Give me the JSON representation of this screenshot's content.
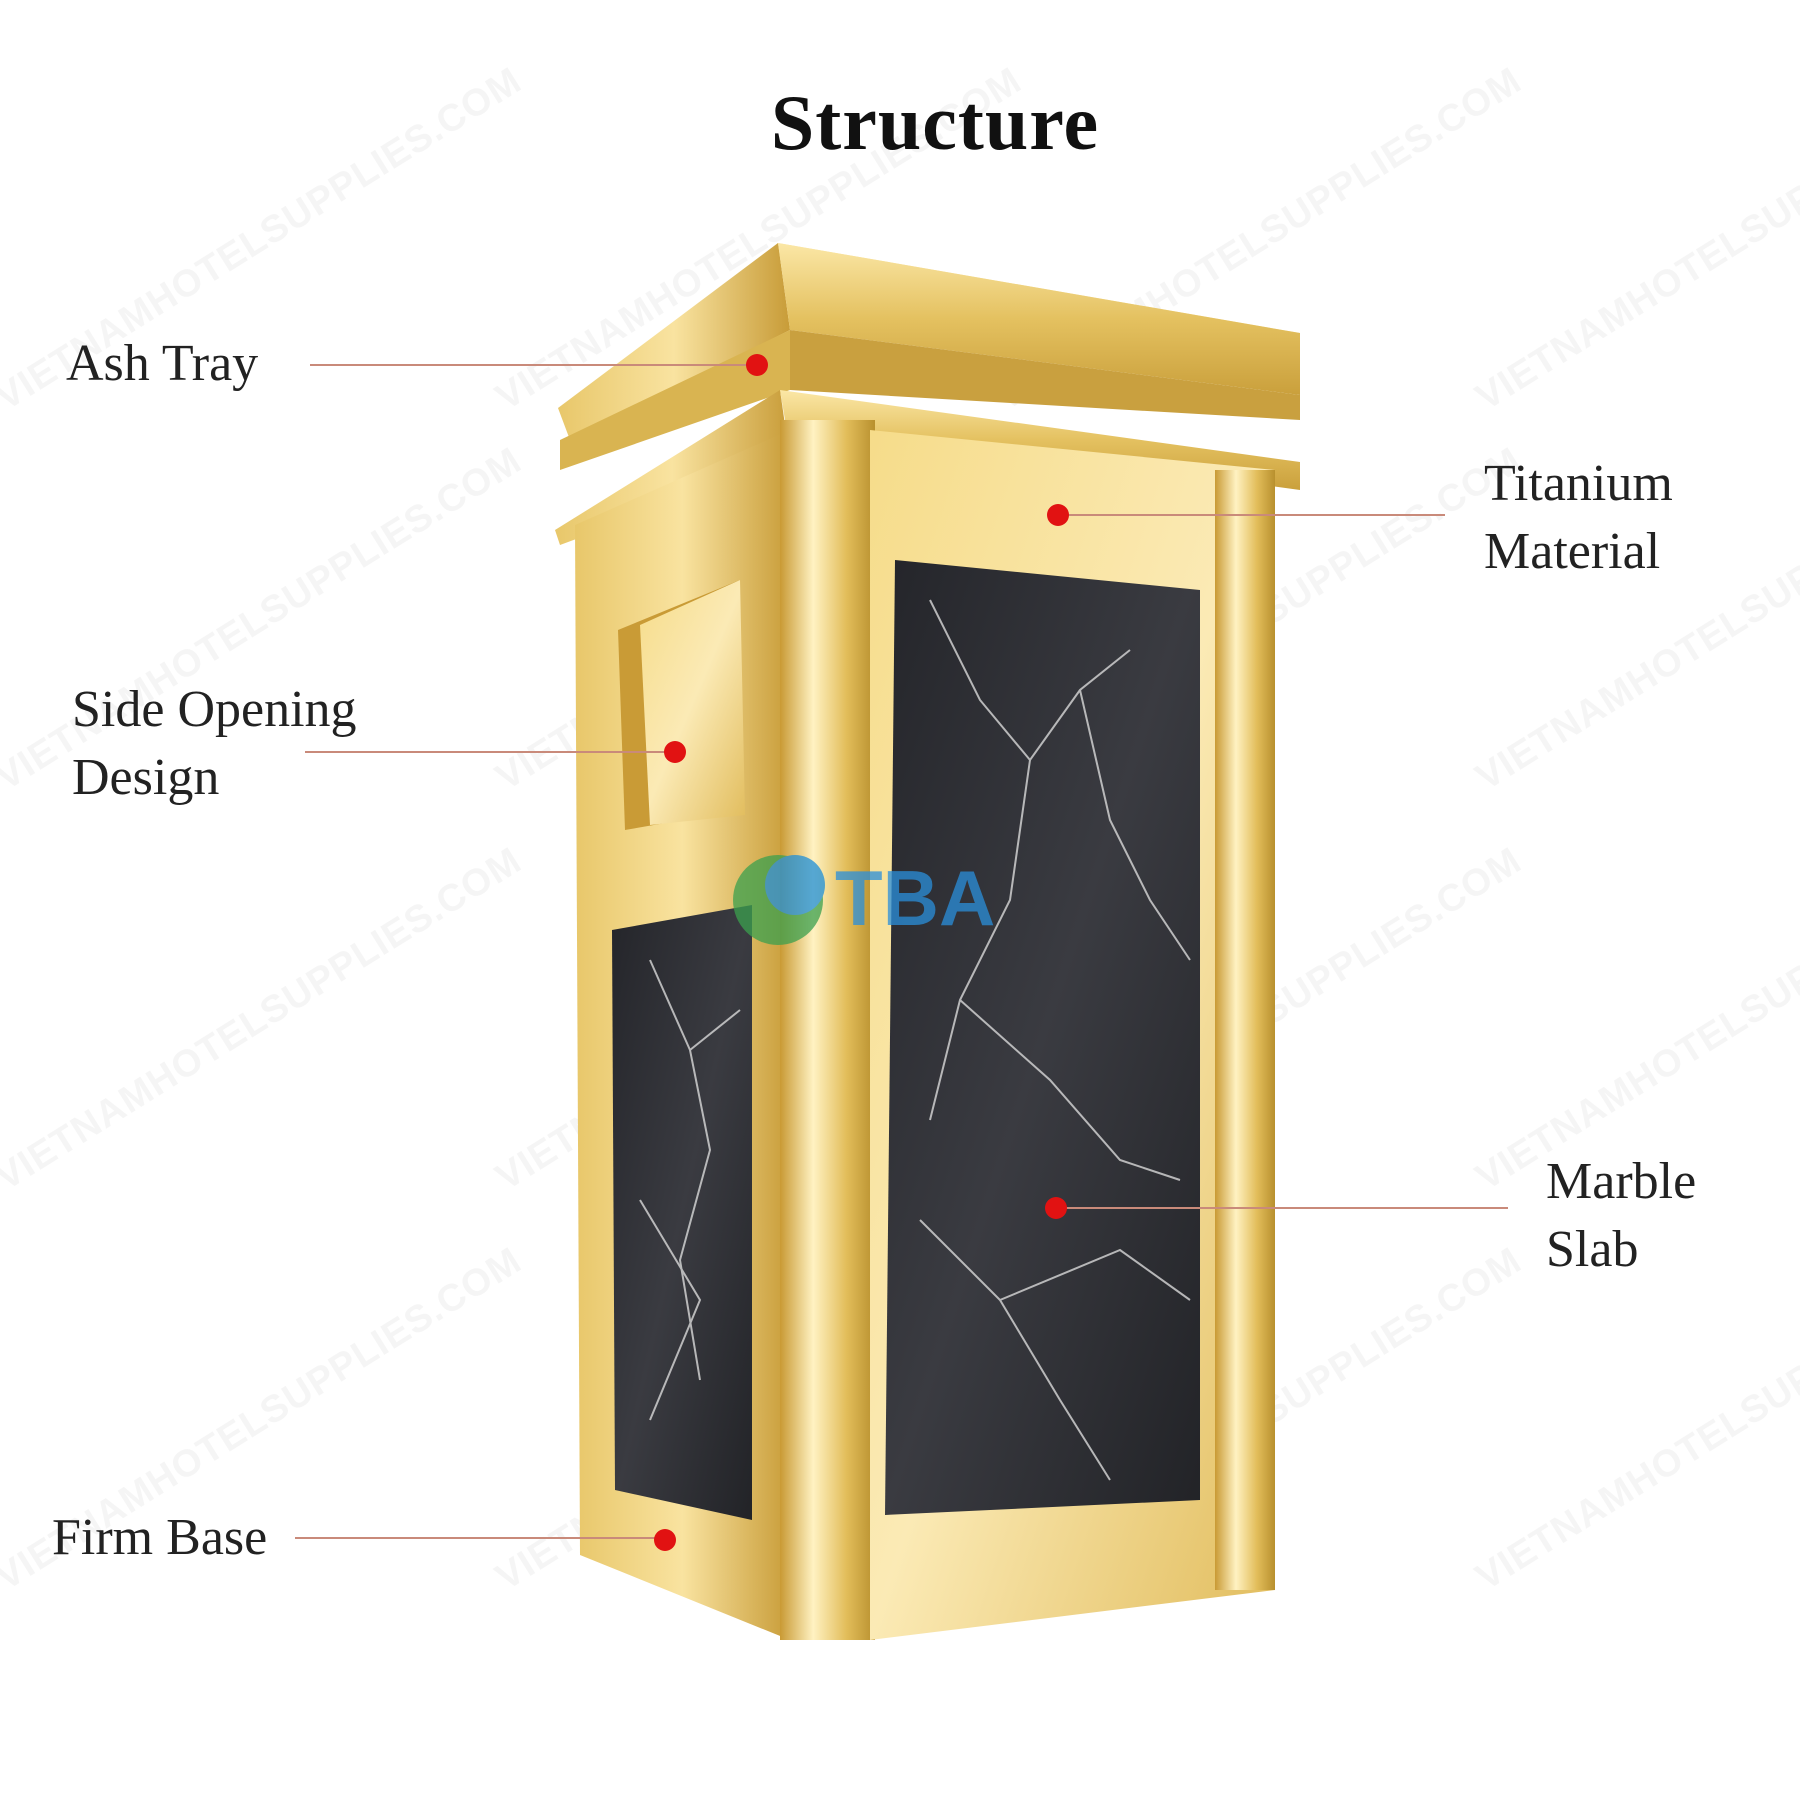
{
  "title": "Structure",
  "watermark": "VIETNAMHOTELSUPPLIES.COM",
  "logo": "TBA",
  "labels": {
    "ash_tray": "Ash Tray",
    "titanium": [
      "Titanium",
      "Material"
    ],
    "side_opening": [
      "Side Opening",
      "Design"
    ],
    "marble_slab": [
      "Marble",
      "Slab"
    ],
    "firm_base": "Firm Base"
  },
  "colors": {
    "gold": "#e8c86a",
    "gold_dark": "#b8902e",
    "marble": "#2e2f34",
    "dot": "#e11212",
    "leader": "#c98a7a"
  }
}
